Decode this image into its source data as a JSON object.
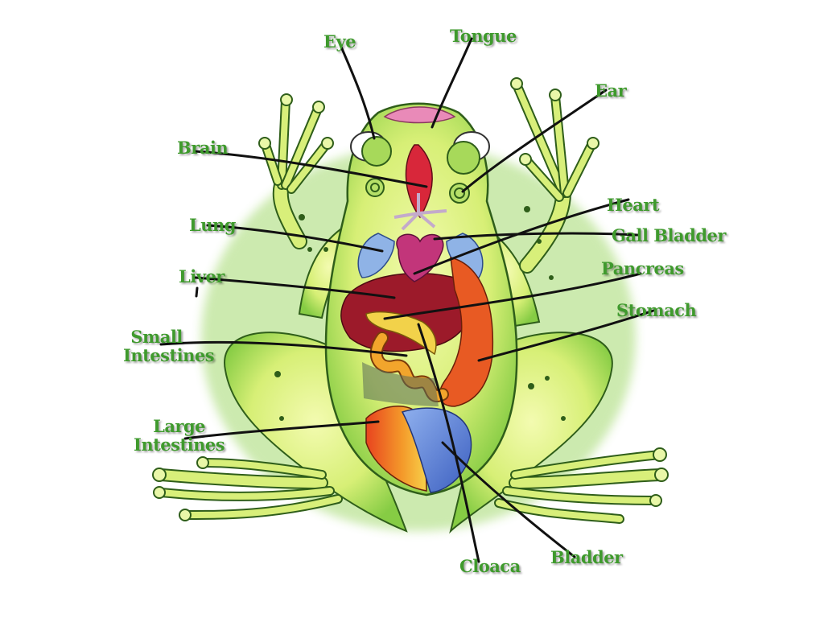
{
  "colors": {
    "label_text": "#3f9a2d",
    "pointer_line": "#111111",
    "skin_light": "#d9f07a",
    "skin_green": "#7cc63c",
    "skin_outline": "#2f5e1a",
    "organ_liver": "#9c1a2a",
    "organ_heart": "#c2357a",
    "organ_lung": "#8fb3e6",
    "organ_stomach": "#e85a23",
    "organ_intestine": "#f2a52c",
    "organ_bladder": "#5a7fd6",
    "tongue": "#e98ab8"
  },
  "labels": {
    "eye": "Eye",
    "tongue": "Tongue",
    "ear": "Ear",
    "brain": "Brain",
    "heart": "Heart",
    "gall_bladder": "Gall Bladder",
    "lung": "Lung",
    "pancreas": "Pancreas",
    "liver": "Liver",
    "stomach": "Stomach",
    "small_intestines_1": "Small",
    "small_intestines_2": "Intestines",
    "large_intestines_1": "Large",
    "large_intestines_2": "Intestines",
    "cloaca": "Cloaca",
    "bladder": "Bladder"
  }
}
